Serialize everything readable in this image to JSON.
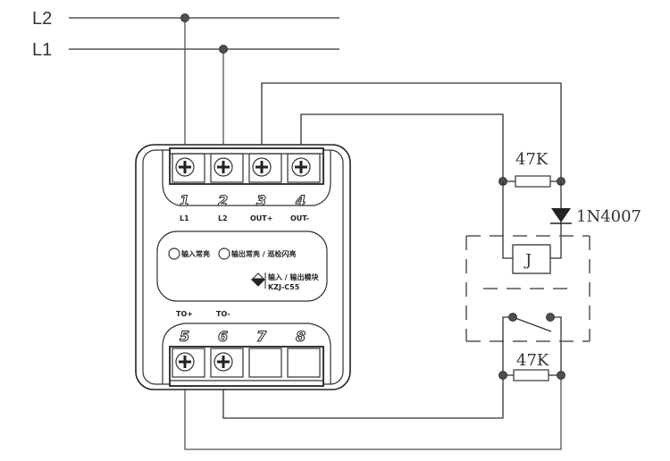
{
  "bus": {
    "lines": [
      {
        "label": "L2"
      },
      {
        "label": "L1"
      }
    ]
  },
  "device": {
    "top_terminals": [
      {
        "number": "1",
        "label": "L1",
        "has_screw": true
      },
      {
        "number": "2",
        "label": "L2",
        "has_screw": true
      },
      {
        "number": "3",
        "label": "OUT+",
        "has_screw": true
      },
      {
        "number": "4",
        "label": "OUT-",
        "has_screw": true
      }
    ],
    "bottom_terminals": [
      {
        "number": "5",
        "label": "TO+",
        "has_screw": true
      },
      {
        "number": "6",
        "label": "TO-",
        "has_screw": true
      },
      {
        "number": "7",
        "label": "",
        "has_screw": false
      },
      {
        "number": "8",
        "label": "",
        "has_screw": false
      }
    ],
    "panel": {
      "indicator_input": "输入常亮",
      "indicator_output": "输出常亮 / 巡检闪亮",
      "module_name": "输入 / 输出模块",
      "model": "KZJ-C55"
    }
  },
  "components": {
    "resistor_top": {
      "value": "47K"
    },
    "diode": {
      "part": "1N4007"
    },
    "relay_coil": {
      "label": "J"
    },
    "resistor_bottom": {
      "value": "47K"
    }
  }
}
